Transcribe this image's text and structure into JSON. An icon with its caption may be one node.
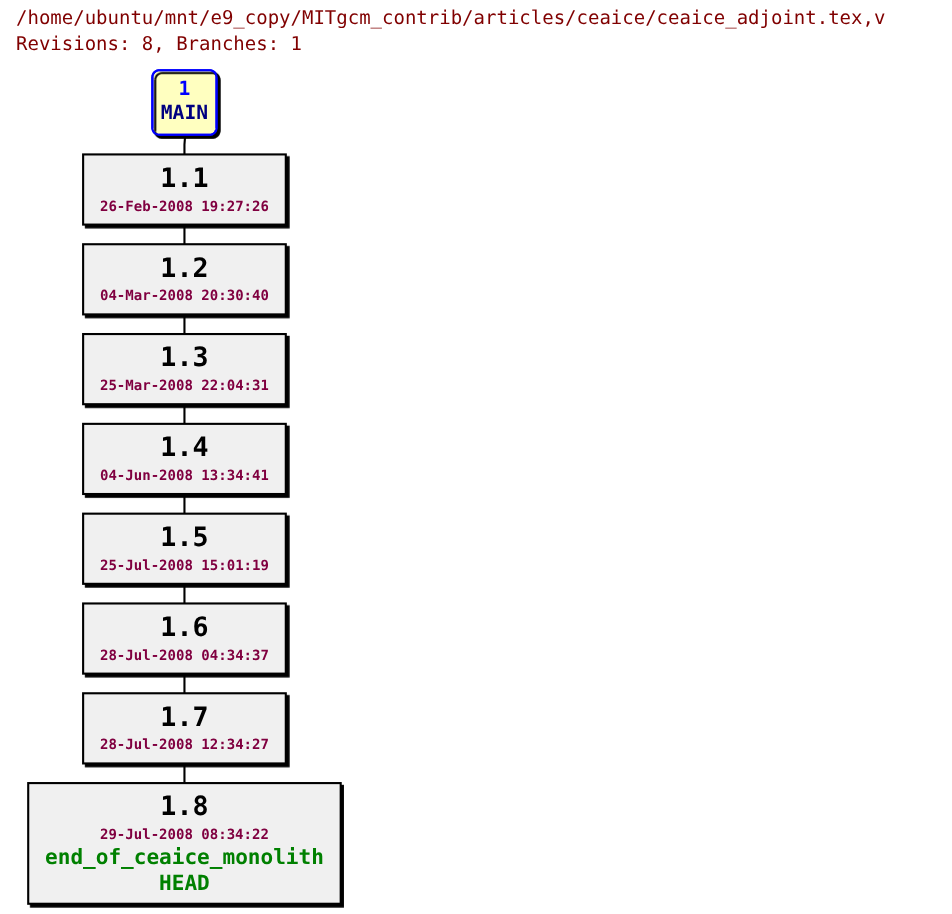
{
  "diagram": {
    "title": "/home/ubuntu/mnt/e9_copy/MITgcm_contrib/articles/ceaice/ceaice_adjoint.tex,v",
    "nodes": [
      {
        "text": [
          "1",
          "MAIN"
        ]
      },
      {
        "text": [
          "1.1",
          "26-Feb-2008 19:27:26"
        ]
      },
      {
        "text": [
          "1.2",
          "04-Mar-2008 20:30:40"
        ]
      },
      {
        "text": [
          "1.3",
          "25-Mar-2008 22:04:31"
        ]
      },
      {
        "text": [
          "1.4",
          "04-Jun-2008 13:34:41"
        ]
      },
      {
        "text": [
          "1.5",
          "25-Jul-2008 15:01:19"
        ]
      },
      {
        "text": [
          "1.6",
          "28-Jul-2008 04:34:37"
        ]
      },
      {
        "text": [
          "1.7",
          "28-Jul-2008 12:34:27"
        ]
      },
      {
        "text": [
          "1.8",
          "29-Jul-2008 08:34:22",
          "end_of_ceaice_monolith",
          "HEAD"
        ]
      }
    ],
    "edges": [
      {
        "from": 0,
        "to": 1,
        "arrow": "none"
      },
      {
        "from": 1,
        "to": 2,
        "arrow": "none"
      },
      {
        "from": 2,
        "to": 3,
        "arrow": "none"
      },
      {
        "from": 3,
        "to": 4,
        "arrow": "none"
      },
      {
        "from": 4,
        "to": 5,
        "arrow": "none"
      },
      {
        "from": 5,
        "to": 6,
        "arrow": "none"
      },
      {
        "from": 6,
        "to": 7,
        "arrow": "none"
      },
      {
        "from": 7,
        "to": 8,
        "arrow": "none"
      }
    ],
    "labels": [
      "Revisions: 8, Branches: 1"
    ]
  }
}
